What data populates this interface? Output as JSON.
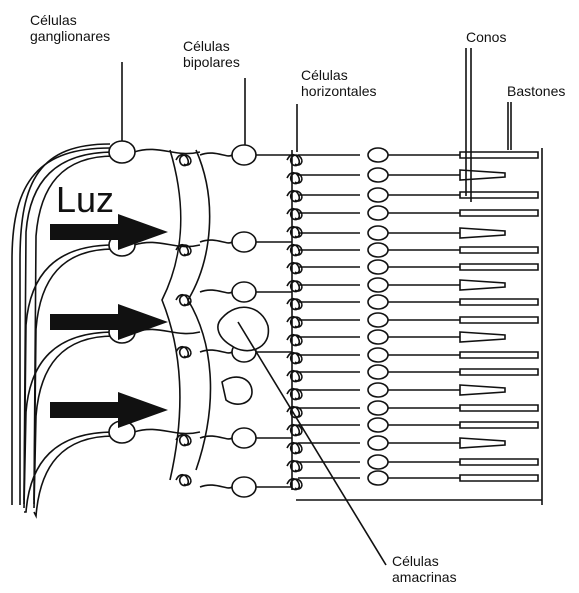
{
  "labels": {
    "ganglionares": [
      "Células",
      "ganglionares"
    ],
    "bipolares": [
      "Células",
      "bipolares"
    ],
    "horizontales": [
      "Células",
      "horizontales"
    ],
    "conos": "Conos",
    "bastones": "Bastones",
    "amacrinas": [
      "Células",
      "amacrinas"
    ],
    "luz": "Luz"
  },
  "colors": {
    "ink": "#111111",
    "background": "#ffffff"
  },
  "counts": {
    "light_arrows": 3
  }
}
